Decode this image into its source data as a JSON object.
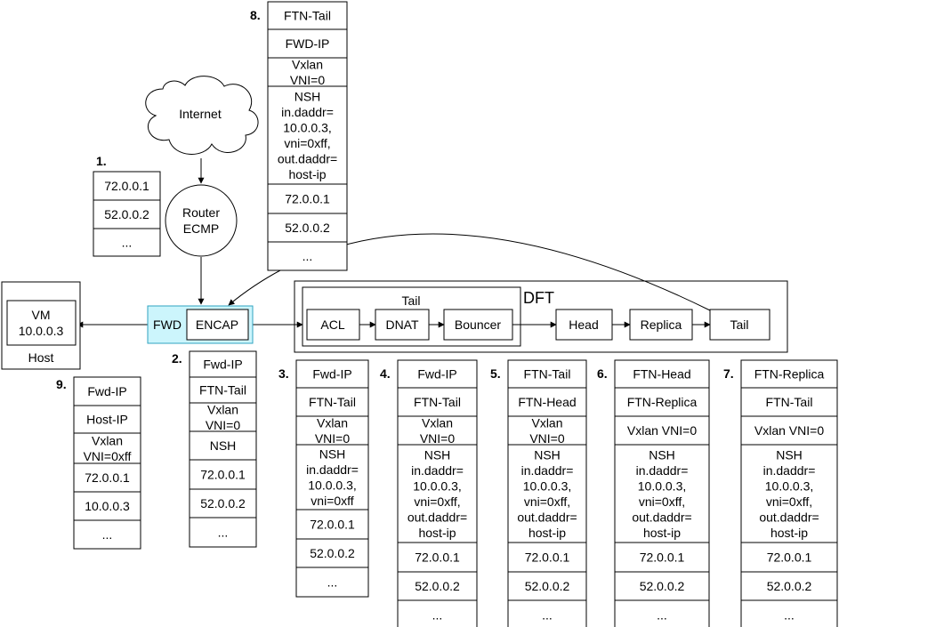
{
  "colors": {
    "stroke": "#000000",
    "background": "#ffffff",
    "fwd_highlight": "#ccf5fc",
    "fwd_highlight_border": "#2fa3c0"
  },
  "internet": {
    "label": "Internet",
    "icon": "cloud-icon"
  },
  "router": {
    "line1": "Router",
    "line2": "ECMP"
  },
  "host": {
    "label": "Host",
    "vm_line1": "VM",
    "vm_line2": "10.0.0.3"
  },
  "fwd": {
    "fwd_label": "FWD",
    "encap_label": "ENCAP"
  },
  "dft": {
    "title": "DFT",
    "tail_group_label": "Tail",
    "nodes": [
      "ACL",
      "DNAT",
      "Bouncer",
      "Head",
      "Replica",
      "Tail"
    ]
  },
  "stacks": [
    {
      "num": "1.",
      "rows": [
        "72.0.0.1",
        "52.0.0.2",
        "..."
      ]
    },
    {
      "num": "2.",
      "rows": [
        "Fwd-IP",
        "FTN-Tail",
        "Vxlan\nVNI=0",
        "NSH",
        "72.0.0.1",
        "52.0.0.2",
        "..."
      ]
    },
    {
      "num": "3.",
      "rows": [
        "Fwd-IP",
        "FTN-Tail",
        "Vxlan\nVNI=0",
        "NSH\nin.daddr=\n10.0.0.3,\nvni=0xff",
        "72.0.0.1",
        "52.0.0.2",
        "..."
      ]
    },
    {
      "num": "4.",
      "rows": [
        "Fwd-IP",
        "FTN-Tail",
        "Vxlan\nVNI=0",
        "NSH\nin.daddr=\n10.0.0.3,\nvni=0xff,\nout.daddr=\nhost-ip",
        "72.0.0.1",
        "52.0.0.2",
        "..."
      ]
    },
    {
      "num": "5.",
      "rows": [
        "FTN-Tail",
        "FTN-Head",
        "Vxlan\nVNI=0",
        "NSH\nin.daddr=\n10.0.0.3,\nvni=0xff,\nout.daddr=\nhost-ip",
        "72.0.0.1",
        "52.0.0.2",
        "..."
      ]
    },
    {
      "num": "6.",
      "rows": [
        "FTN-Head",
        "FTN-Replica",
        "Vxlan VNI=0",
        "NSH\nin.daddr=\n10.0.0.3,\nvni=0xff,\nout.daddr=\nhost-ip",
        "72.0.0.1",
        "52.0.0.2",
        "..."
      ]
    },
    {
      "num": "7.",
      "rows": [
        "FTN-Replica",
        "FTN-Tail",
        "Vxlan VNI=0",
        "NSH\nin.daddr=\n10.0.0.3,\nvni=0xff,\nout.daddr=\nhost-ip",
        "72.0.0.1",
        "52.0.0.2",
        "..."
      ]
    },
    {
      "num": "8.",
      "rows": [
        "FTN-Tail",
        "FWD-IP",
        "Vxlan\nVNI=0",
        "NSH\nin.daddr=\n10.0.0.3,\nvni=0xff,\nout.daddr=\nhost-ip",
        "72.0.0.1",
        "52.0.0.2",
        "..."
      ]
    },
    {
      "num": "9.",
      "rows": [
        "Fwd-IP",
        "Host-IP",
        "Vxlan\nVNI=0xff",
        "72.0.0.1",
        "10.0.0.3",
        "..."
      ]
    }
  ]
}
